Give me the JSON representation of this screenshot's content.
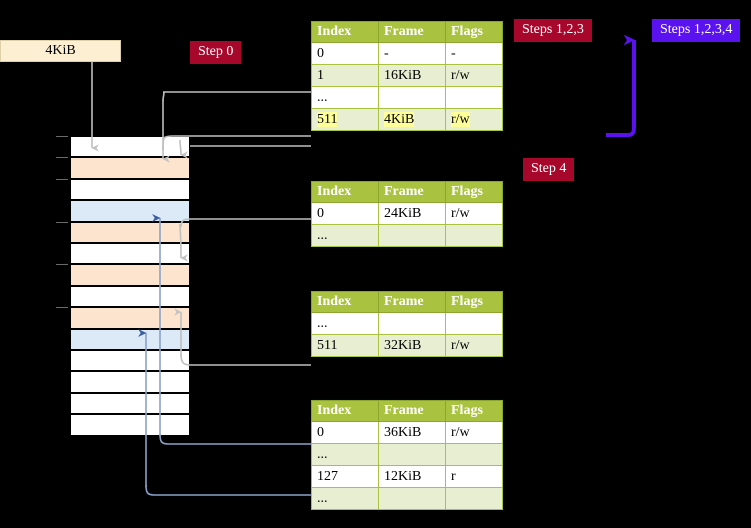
{
  "title": "Multi-level page table walk diagram",
  "labels": {
    "memory_size": "4KiB",
    "step0": "Step 0",
    "steps123": "Steps 1,2,3",
    "steps1234": "Steps 1,2,3,4",
    "step4": "Step 4"
  },
  "colors": {
    "badge_red": "#a8072c",
    "badge_purple": "#5b12f0",
    "table_header": "#a9c23f",
    "table_alt_row": "#e8eed2",
    "highlight": "#ffff99",
    "mem_orange": "#fde4cf",
    "mem_blue": "#dce9f7",
    "kib_box": "#fdf0d2",
    "wire_gray": "#b8b8b8",
    "wire_blue": "#7b96c4",
    "arrow_blue": "#3a5f9e"
  },
  "tables": [
    {
      "name": "pml4-table",
      "headers": [
        "Index",
        "Frame",
        "Flags"
      ],
      "rows": [
        {
          "shade": "white",
          "cells": [
            "0",
            "-",
            "-"
          ],
          "highlight": [
            false,
            false,
            false
          ]
        },
        {
          "shade": "alt",
          "cells": [
            "1",
            "16KiB",
            "r/w"
          ],
          "highlight": [
            false,
            false,
            false
          ]
        },
        {
          "shade": "white",
          "cells": [
            "...",
            "",
            ""
          ],
          "highlight": [
            false,
            false,
            false
          ]
        },
        {
          "shade": "alt",
          "cells": [
            "511",
            "4KiB",
            "r/w"
          ],
          "highlight": [
            true,
            true,
            true
          ]
        }
      ]
    },
    {
      "name": "pdp-table",
      "headers": [
        "Index",
        "Frame",
        "Flags"
      ],
      "rows": [
        {
          "shade": "white",
          "cells": [
            "0",
            "24KiB",
            "r/w"
          ],
          "highlight": [
            false,
            false,
            false
          ]
        },
        {
          "shade": "alt",
          "cells": [
            "...",
            "",
            ""
          ],
          "highlight": [
            false,
            false,
            false
          ]
        }
      ]
    },
    {
      "name": "pd-table",
      "headers": [
        "Index",
        "Frame",
        "Flags"
      ],
      "rows": [
        {
          "shade": "white",
          "cells": [
            "...",
            "",
            ""
          ],
          "highlight": [
            false,
            false,
            false
          ]
        },
        {
          "shade": "alt",
          "cells": [
            "511",
            "32KiB",
            "r/w"
          ],
          "highlight": [
            false,
            false,
            false
          ]
        }
      ]
    },
    {
      "name": "pt-table",
      "headers": [
        "Index",
        "Frame",
        "Flags"
      ],
      "rows": [
        {
          "shade": "white",
          "cells": [
            "0",
            "36KiB",
            "r/w"
          ],
          "highlight": [
            false,
            false,
            false
          ]
        },
        {
          "shade": "alt",
          "cells": [
            "...",
            "",
            ""
          ],
          "highlight": [
            false,
            false,
            false
          ]
        },
        {
          "shade": "white",
          "cells": [
            "127",
            "12KiB",
            "r"
          ],
          "highlight": [
            false,
            false,
            false
          ]
        },
        {
          "shade": "alt",
          "cells": [
            "...",
            "",
            ""
          ],
          "highlight": [
            false,
            false,
            false
          ]
        }
      ]
    }
  ],
  "memory_rows": [
    {
      "index": 0,
      "fill": "white"
    },
    {
      "index": 1,
      "fill": "orange"
    },
    {
      "index": 2,
      "fill": "white"
    },
    {
      "index": 3,
      "fill": "blue"
    },
    {
      "index": 4,
      "fill": "orange"
    },
    {
      "index": 5,
      "fill": "white"
    },
    {
      "index": 6,
      "fill": "orange"
    },
    {
      "index": 7,
      "fill": "white"
    },
    {
      "index": 8,
      "fill": "orange"
    },
    {
      "index": 9,
      "fill": "blue"
    },
    {
      "index": 10,
      "fill": "white"
    },
    {
      "index": 11,
      "fill": "white"
    },
    {
      "index": 12,
      "fill": "white"
    },
    {
      "index": 13,
      "fill": "white"
    }
  ]
}
